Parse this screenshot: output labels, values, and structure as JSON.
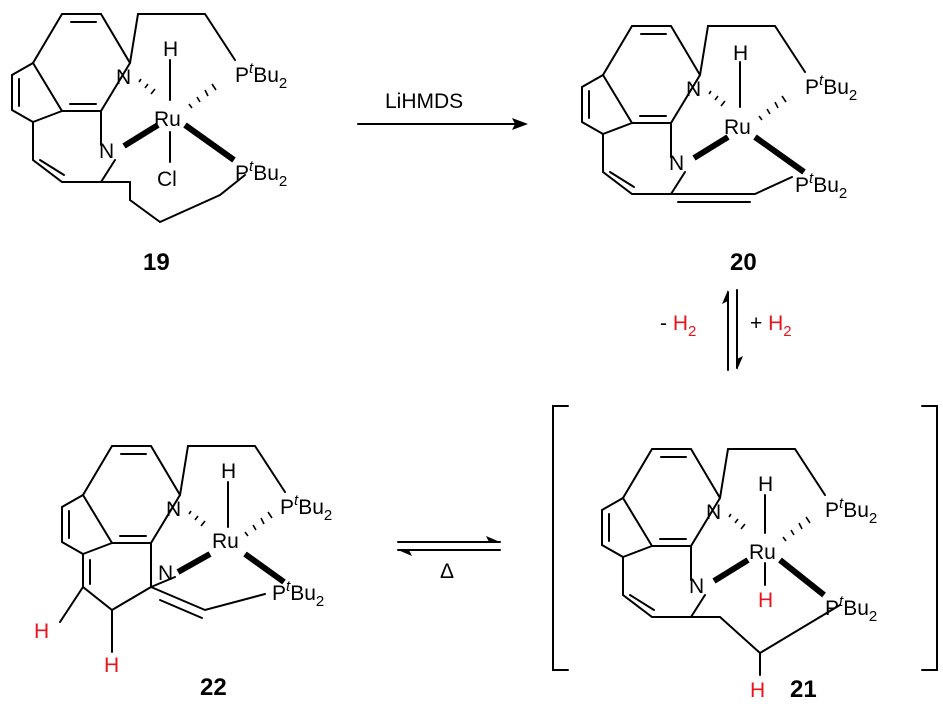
{
  "scheme": {
    "arrow_forward_label": "LiHMDS",
    "equilibrium_minus_label": "- ",
    "equilibrium_plus_label": "+ ",
    "h2_text": "H",
    "h2_sub": "2",
    "delta_label": "Δ",
    "colors": {
      "red": "#e8141c",
      "black": "#000000"
    }
  },
  "compounds": [
    {
      "id": "19",
      "atoms": {
        "N1": "N",
        "N2": "N",
        "Ru": "Ru",
        "H": "H",
        "Cl": "Cl",
        "P1": "P",
        "P2": "P",
        "tBu": "t",
        "Bu": "Bu",
        "sub": "2"
      }
    },
    {
      "id": "20",
      "atoms": {
        "N1": "N",
        "N2": "N",
        "Ru": "Ru",
        "H": "H",
        "P1": "P",
        "P2": "P",
        "tBu": "t",
        "Bu": "Bu",
        "sub": "2"
      }
    },
    {
      "id": "21",
      "atoms": {
        "N1": "N",
        "N2": "N",
        "Ru": "Ru",
        "H_top": "H",
        "H_bottom": "H",
        "H_ch": "H",
        "P1": "P",
        "P2": "P",
        "tBu": "t",
        "Bu": "Bu",
        "sub": "2"
      }
    },
    {
      "id": "22",
      "atoms": {
        "N1": "N",
        "N2": "N",
        "Ru": "Ru",
        "H": "H",
        "H_a": "H",
        "H_b": "H",
        "P1": "P",
        "P2": "P",
        "tBu": "t",
        "Bu": "Bu",
        "sub": "2"
      }
    }
  ]
}
